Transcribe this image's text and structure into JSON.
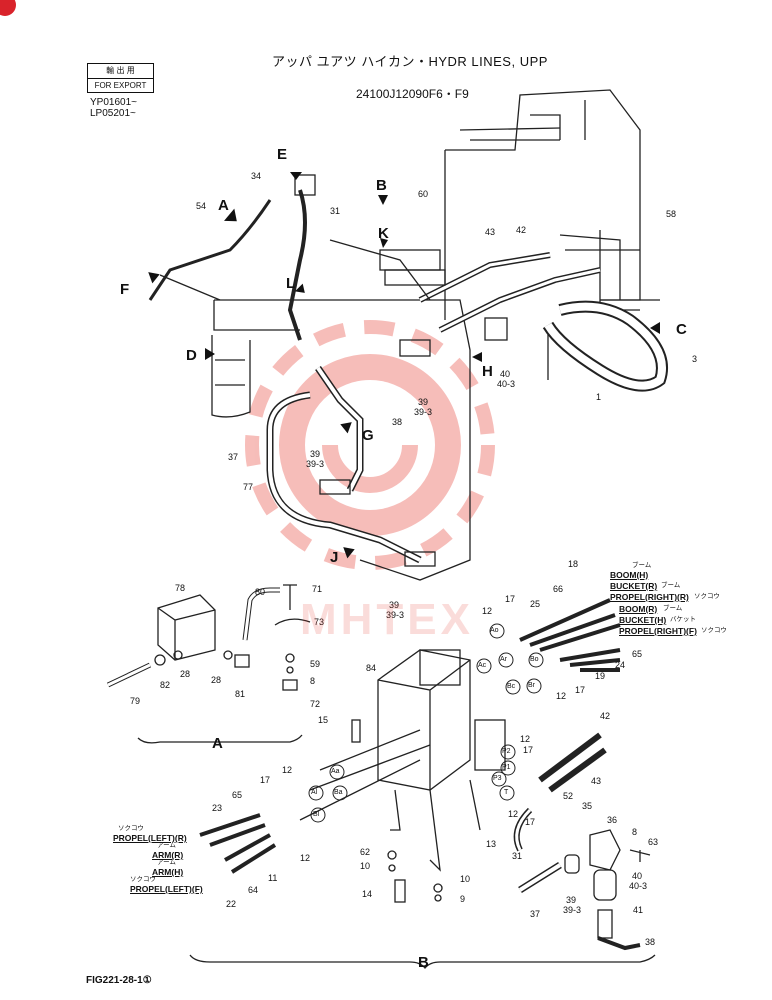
{
  "header": {
    "title": "アッパ ユアツ ハイカン・HYDR LINES, UPP",
    "code": "24100J12090F6・F9",
    "export_ja": "輸 出 用",
    "export_en": "FOR EXPORT",
    "serial_1": "YP01601~",
    "serial_2": "LP05201~"
  },
  "footer": {
    "fig": "FIG221-28-1①"
  },
  "watermark": {
    "text": "MHTEX",
    "color": "#e8443a"
  },
  "views": {
    "letters": [
      "E",
      "A",
      "B",
      "K",
      "F",
      "D",
      "L",
      "H",
      "C",
      "G",
      "J"
    ],
    "view_a": "A",
    "view_b": "B"
  },
  "parts": {
    "p1": "1",
    "p3": "3",
    "p8": "8",
    "p8b": "8",
    "p9": "9",
    "p10": "10",
    "p10b": "10",
    "p11": "11",
    "p12a": "12",
    "p12b": "12",
    "p12c": "12",
    "p12d": "12",
    "p12e": "12",
    "p12f": "12",
    "p13": "13",
    "p14": "14",
    "p15": "15",
    "p17a": "17",
    "p17b": "17",
    "p17c": "17",
    "p17d": "17",
    "p17e": "17",
    "p18": "18",
    "p19": "19",
    "p22": "22",
    "p23": "23",
    "p24": "24",
    "p25": "25",
    "p28a": "28",
    "p28b": "28",
    "p31": "31",
    "p31b": "31",
    "p34": "34",
    "p35": "35",
    "p36": "36",
    "p37": "37",
    "p37b": "37",
    "p38": "38",
    "p38b": "38",
    "p39a": "39",
    "p39a3": "39-3",
    "p39b": "39",
    "p39b3": "39-3",
    "p39c": "39",
    "p39c3": "39-3",
    "p39d": "39",
    "p39d3": "39-3",
    "p40": "40",
    "p403": "40-3",
    "p40b": "40",
    "p40b3": "40-3",
    "p41": "41",
    "p42": "42",
    "p42b": "42",
    "p43": "43",
    "p43b": "43",
    "p52": "52",
    "p54": "54",
    "p58": "58",
    "p59": "59",
    "p60": "60",
    "p62": "62",
    "p63": "63",
    "p64": "64",
    "p65": "65",
    "p65b": "65",
    "p66": "66",
    "p71": "71",
    "p72": "72",
    "p73": "73",
    "p77": "77",
    "p78": "78",
    "p79": "79",
    "p80": "80",
    "p81": "81",
    "p82": "82",
    "p84": "84"
  },
  "ports": [
    "Ao",
    "Ar",
    "Ac",
    "Bc",
    "Br",
    "Bo",
    "P2",
    "P1",
    "P3",
    "T",
    "Aa",
    "Al",
    "Ba",
    "Bl"
  ],
  "line_labels_right": {
    "boom_h_ja": "ブーム",
    "boom_h": "BOOM(H)",
    "bucket_r": "BUCKET(R)",
    "bucket_r_ja": "ブーム",
    "propel_right_r": "PROPEL(RIGHT)(R)",
    "propel_right_r_ja": "ソクコウ",
    "boom_r": "BOOM(R)",
    "boom_r_ja": "ブーム",
    "bucket_h": "BUCKET(H)",
    "bucket_h_ja": "バケット",
    "propel_right_f": "PROPEL(RIGHT)(F)",
    "propel_right_f_ja": "ソクコウ"
  },
  "line_labels_left": {
    "propel_left_r_ja": "ソクコウ",
    "propel_left_r": "PROPEL(LEFT)(R)",
    "arm_r_ja": "アーム",
    "arm_r": "ARM(R)",
    "arm_h_ja": "アーム",
    "arm_h": "ARM(H)",
    "propel_left_f_ja": "ソクコウ",
    "propel_left_f": "PROPEL(LEFT)(F)"
  }
}
